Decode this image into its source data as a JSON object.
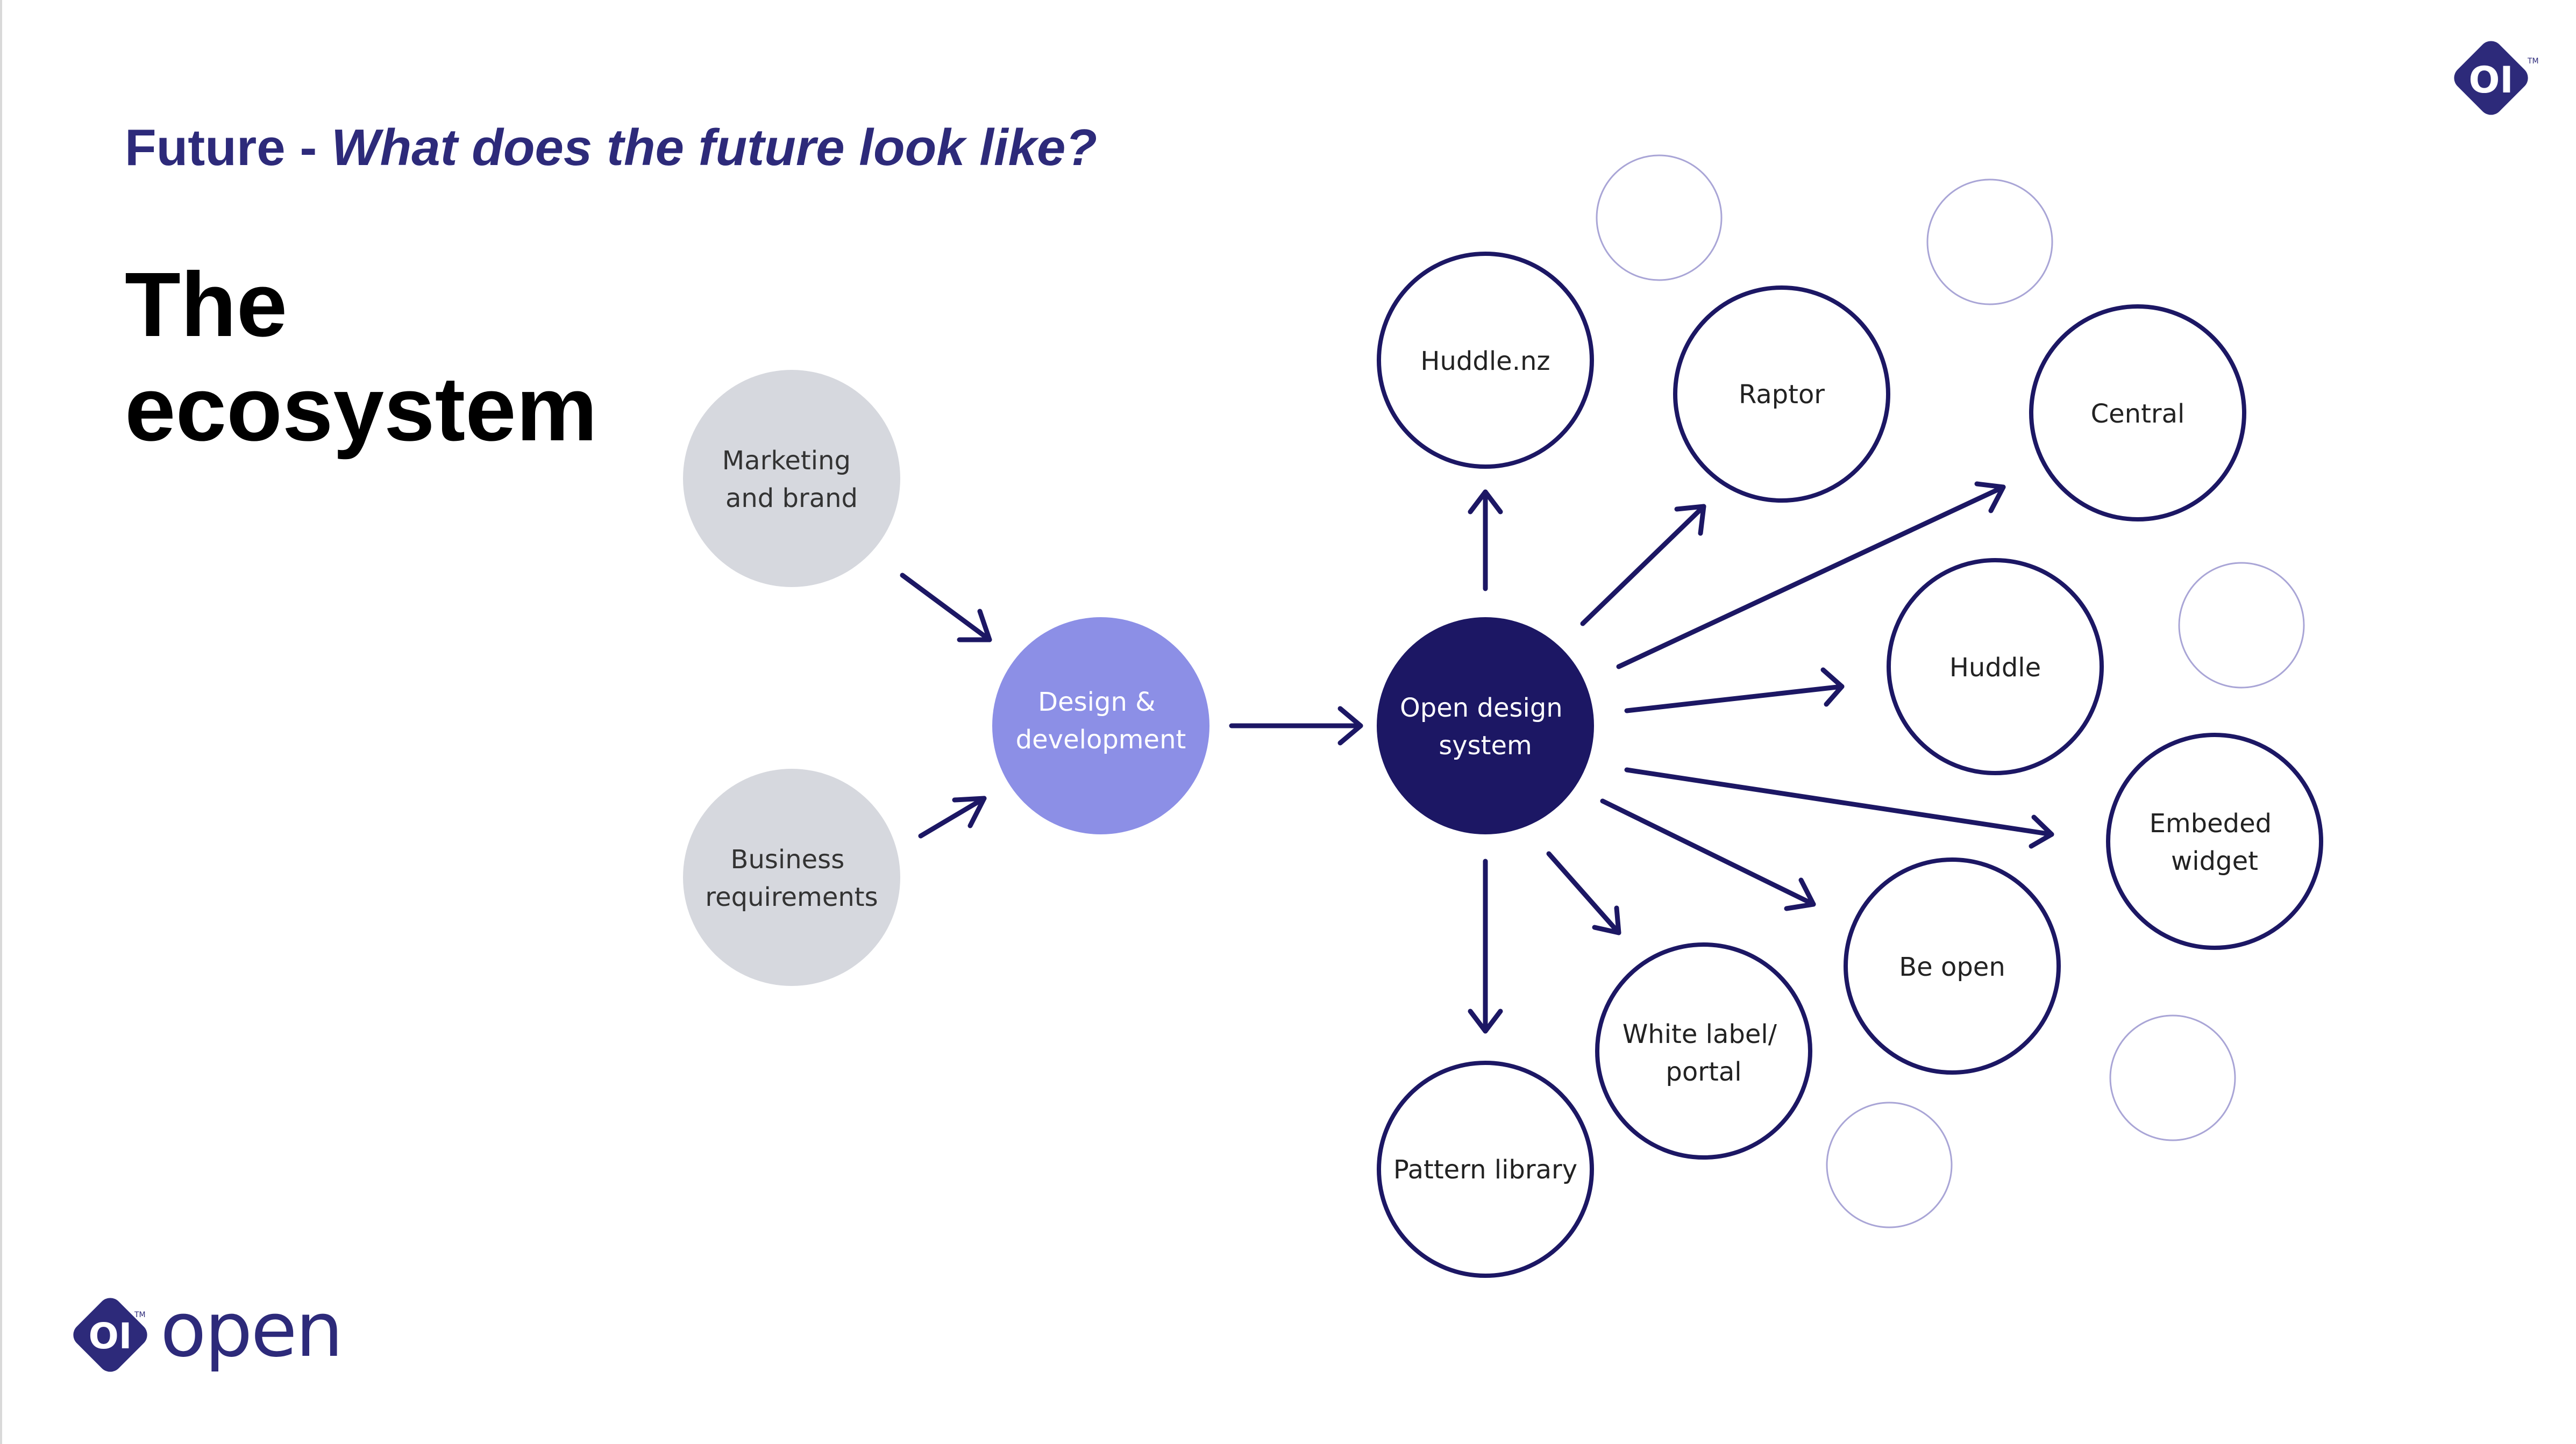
{
  "header": {
    "section": "Future - ",
    "question": "What does the future look like?"
  },
  "title": {
    "line1": "The",
    "line2": "ecosystem"
  },
  "nodes": {
    "marketing": [
      "Marketing",
      "and brand"
    ],
    "business": [
      "Business",
      "requirements"
    ],
    "design": [
      "Design &",
      "development"
    ],
    "ods": [
      "Open design",
      "system"
    ],
    "huddle_nz": [
      "Huddle.nz"
    ],
    "raptor": [
      "Raptor"
    ],
    "central": [
      "Central"
    ],
    "huddle": [
      "Huddle"
    ],
    "embeded": [
      "Embeded",
      "widget"
    ],
    "be_open": [
      "Be open"
    ],
    "white_label": [
      "White label/",
      "portal"
    ],
    "pattern_library": [
      "Pattern library"
    ]
  },
  "logo": {
    "mark_text": "OI",
    "trademark": "TM",
    "wordmark": "open"
  },
  "colors": {
    "navy": "#1c1764",
    "brand": "#2d2a7a",
    "periwinkle": "#8c8fe6",
    "grey": "#d6d8de",
    "faint_ring": "#a9a5d6"
  }
}
